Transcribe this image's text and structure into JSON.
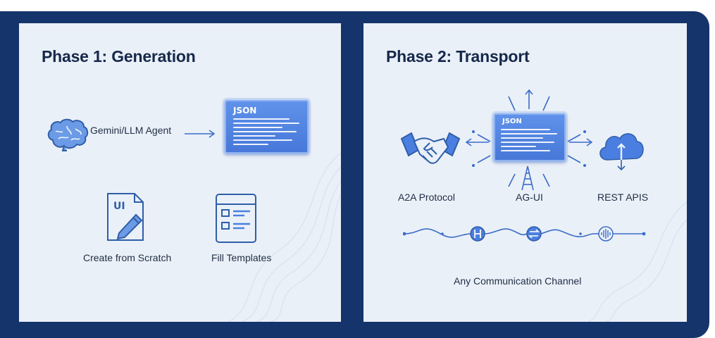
{
  "phase1": {
    "title": "Phase 1: Generation",
    "agent_label": "Gemini/LLM Agent",
    "json_label": "JSON",
    "ui_label": "UI",
    "create_label": "Create from Scratch",
    "templates_label": "Fill Templates"
  },
  "phase2": {
    "title": "Phase 2: Transport",
    "json_label": "JSON",
    "a2a_label": "A2A Protocol",
    "agui_label": "AG-UI",
    "rest_label": "REST APIS",
    "channel_label": "Any Communication Channel"
  },
  "colors": {
    "frame": "#15346b",
    "panel": "#eaf0f8",
    "accent": "#4a7ee0",
    "title": "#16284a"
  },
  "icons": [
    "brain-icon",
    "arrow-right-icon",
    "json-card-icon",
    "document-pencil-icon",
    "template-icon",
    "handshake-icon",
    "antenna-icon",
    "cloud-sync-icon",
    "signal-wave-icon"
  ]
}
